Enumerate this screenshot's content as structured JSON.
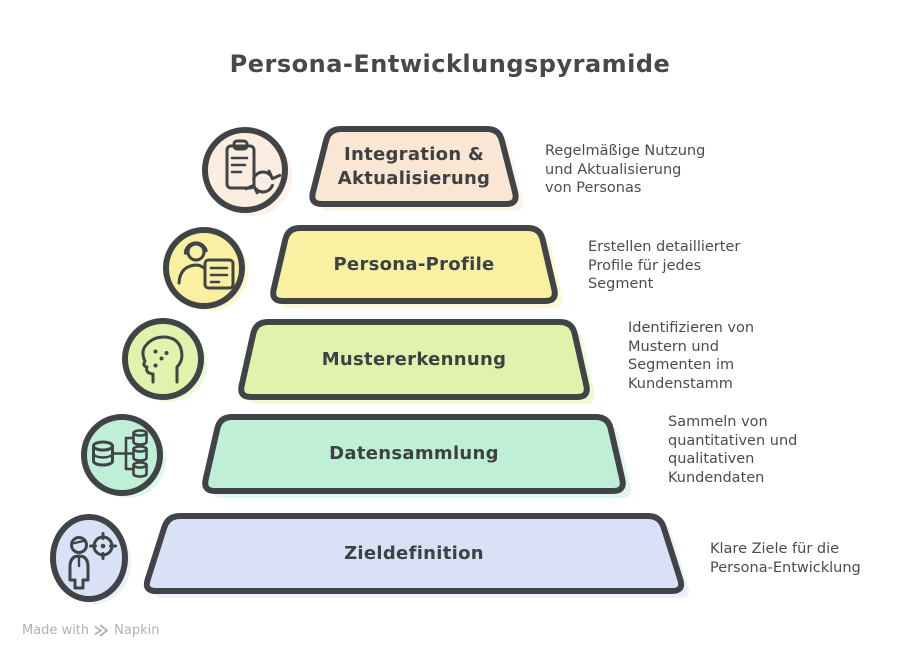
{
  "title": "Persona-Entwicklungspyramide",
  "footer": {
    "made_with": "Made with",
    "brand": "Napkin",
    "logo_icon": "napkin-chevrons-icon"
  },
  "colors": {
    "outline": "#414447",
    "title_text": "#46484B",
    "label_text": "#3E4144",
    "desc_text": "#4A4C4F",
    "footer_text": "#AFB1B4",
    "background": "#FFFFFF"
  },
  "levels": [
    {
      "label": "Integration & Aktualisierung",
      "desc_lines": [
        "Regelmäßige Nutzung",
        "und Aktualisierung",
        "von Personas"
      ],
      "fill": "#F9E6D3",
      "icon_fill": "#FBEDDF",
      "icon": "clipboard-refresh-icon"
    },
    {
      "label": "Persona-Profile",
      "desc_lines": [
        "Erstellen detaillierter",
        "Profile für jedes",
        "Segment"
      ],
      "fill": "#F9F0A2",
      "icon_fill": "#F9F0A2",
      "icon": "person-profile-card-icon"
    },
    {
      "label": "Mustererkennung",
      "desc_lines": [
        "Identifizieren von",
        "Mustern und",
        "Segmenten im",
        "Kundenstamm"
      ],
      "fill": "#E1F2AC",
      "icon_fill": "#E1F2AC",
      "icon": "head-pattern-icon"
    },
    {
      "label": "Datensammlung",
      "desc_lines": [
        "Sammeln von",
        "quantitativen und",
        "qualitativen",
        "Kundendaten"
      ],
      "fill": "#C0EFD7",
      "icon_fill": "#C0EFD7",
      "icon": "database-collection-icon"
    },
    {
      "label": "Zieldefinition",
      "desc_lines": [
        "Klare Ziele für die",
        "Persona-Entwicklung"
      ],
      "fill": "#D8E1F6",
      "icon_fill": "#D8E1F6",
      "icon": "person-target-icon"
    }
  ]
}
